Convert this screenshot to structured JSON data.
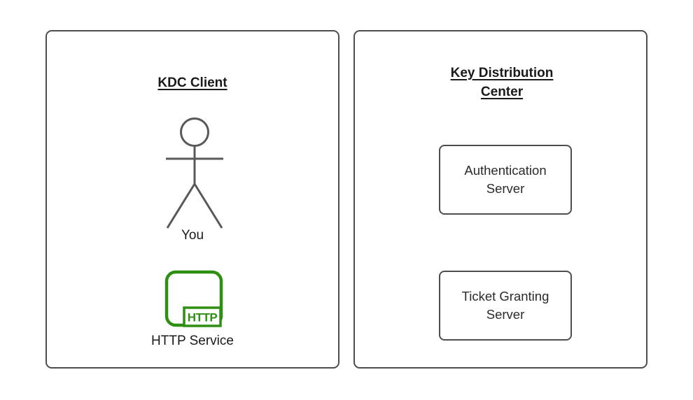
{
  "diagram": {
    "client_panel": {
      "title": "KDC Client",
      "person_label": "You",
      "service_label": "HTTP Service",
      "service_icon_text": "HTTP"
    },
    "kdc_panel": {
      "title": "Key Distribution Center",
      "servers": [
        {
          "label": "Authentication Server"
        },
        {
          "label": "Ticket Granting Server"
        }
      ]
    }
  },
  "colors": {
    "panel_border": "#4d4d4d",
    "figure_stroke": "#595959",
    "text": "#1a1a1a",
    "accent_green": "#2e8f12",
    "background": "#ffffff"
  }
}
